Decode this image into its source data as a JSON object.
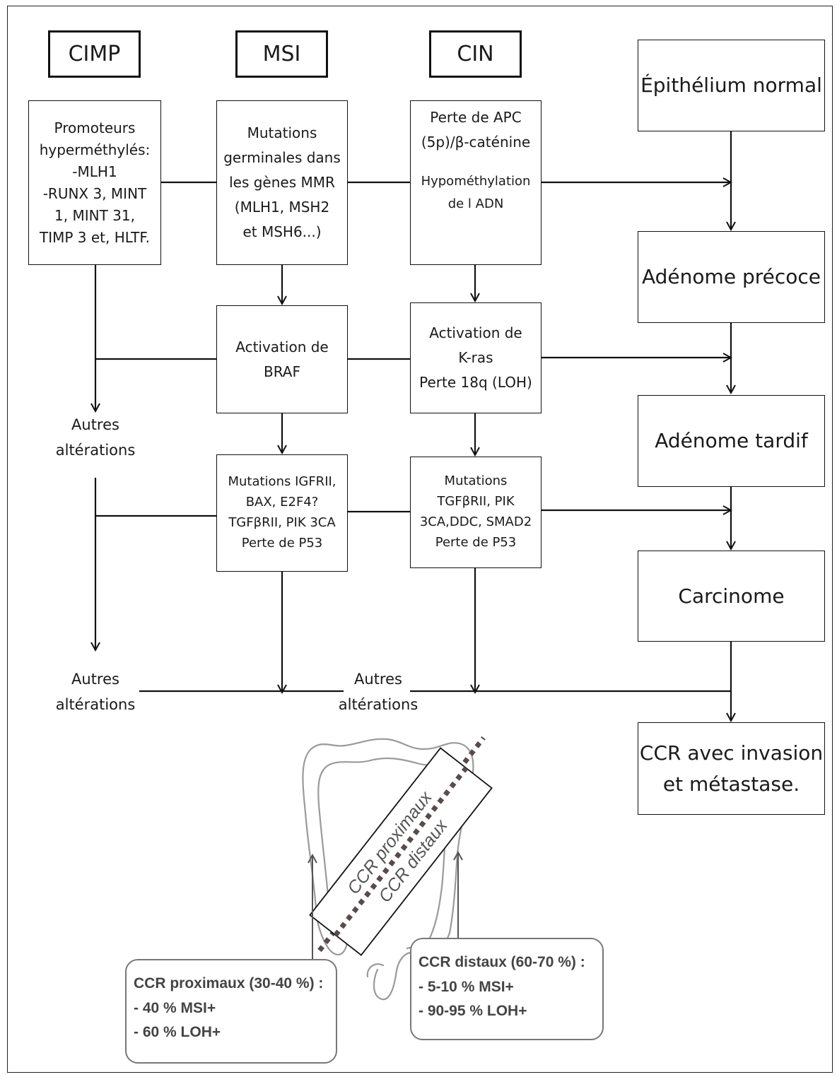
{
  "pathways": {
    "cimp": "CIMP",
    "msi": "MSI",
    "cin": "CIN"
  },
  "cimp": {
    "promoters": [
      "Promoteurs",
      "hyperméthylés:",
      "-MLH1",
      "-RUNX 3, MINT",
      "1, MINT 31,",
      "TIMP 3 et, HLTF."
    ],
    "other1": [
      "Autres",
      "altérations"
    ],
    "other2": [
      "Autres",
      "altérations"
    ]
  },
  "msi": {
    "step1": [
      "Mutations",
      "germinales dans",
      "les gènes MMR",
      "(MLH1, MSH2",
      "et MSH6...)"
    ],
    "step2": [
      "Activation de",
      "BRAF"
    ],
    "step3": [
      "Mutations IGFRII,",
      "BAX,  E2F4?",
      "TGFβRII, PIK 3CA",
      "Perte de P53"
    ]
  },
  "cin": {
    "step1a": [
      "Perte de APC",
      "(5p)/β-caténine"
    ],
    "step1b": [
      "Hypométhylation",
      "de l ADN"
    ],
    "step2": [
      "Activation de",
      "K-ras",
      "Perte 18q (LOH)"
    ],
    "step3": [
      "Mutations",
      "TGFβRII, PIK",
      "3CA,DDC, SMAD2",
      "Perte de P53"
    ],
    "other": [
      "Autres",
      "altérations"
    ]
  },
  "stages": [
    [
      "Épithélium normal"
    ],
    [
      "Adénome précoce"
    ],
    [
      "Adénome tardif"
    ],
    [
      "Carcinome"
    ],
    [
      "CCR avec invasion",
      "et métastase."
    ]
  ],
  "colon": {
    "label_proximal": "CCR proximaux",
    "label_distal": "CCR distaux",
    "proximal_box": [
      "CCR proximaux (30-40 %) :",
      "- 40 % MSI+",
      "- 60 % LOH+"
    ],
    "distal_box": [
      "CCR distaux (60-70 %) :",
      "- 5-10 % MSI+",
      "- 90-95 % LOH+"
    ]
  },
  "colors": {
    "line": "#111111",
    "colon_outline": "#9a9a9a",
    "dotted": "#5a4a4a",
    "stat_text": "#444444"
  }
}
